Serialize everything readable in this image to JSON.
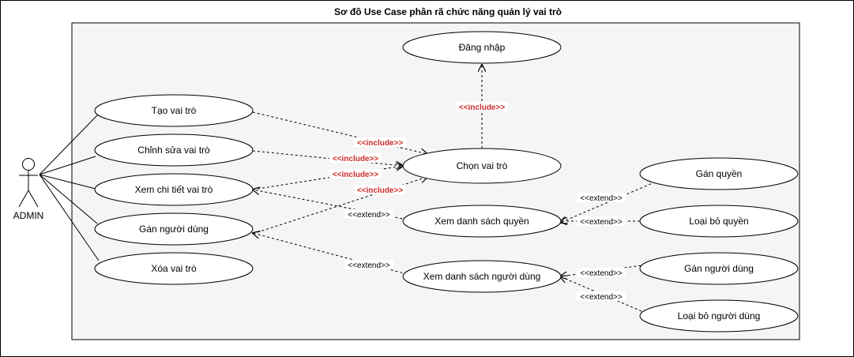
{
  "diagram": {
    "title": "Sơ đồ Use Case phân rã chức năng quản lý vai trò",
    "actor": {
      "label": "ADMIN",
      "icon": "stick-figure-actor-icon"
    },
    "use_cases": {
      "dang_nhap": "Đăng nhập",
      "tao_vai_tro": "Tạo vai trò",
      "chinh_sua_vai_tro": "Chỉnh sửa vai trò",
      "xem_chi_tiet_vai_tro": "Xem chi tiết vai trò",
      "gan_nguoi_dung": "Gán người dùng",
      "xoa_vai_tro": "Xóa vai trò",
      "chon_vai_tro": "Chọn vai trò",
      "xem_danh_sach_quyen": "Xem danh sách quyền",
      "xem_danh_sach_nguoi_dung": "Xem danh sách người dùng",
      "gan_quyen": "Gán quyền",
      "loai_bo_quyen": "Loại bỏ quyền",
      "gan_nguoi_dung_2": "Gán người dùng",
      "loai_bo_nguoi_dung": "Loại bỏ người dùng"
    },
    "relations": {
      "include_label": "<<include>>",
      "extend_label": "<<extend>>"
    },
    "colors": {
      "include": "#cc2a2a",
      "line": "#000000",
      "system_boundary_fill": "#f5f5f5",
      "ellipse_fill": "#ffffff"
    }
  }
}
